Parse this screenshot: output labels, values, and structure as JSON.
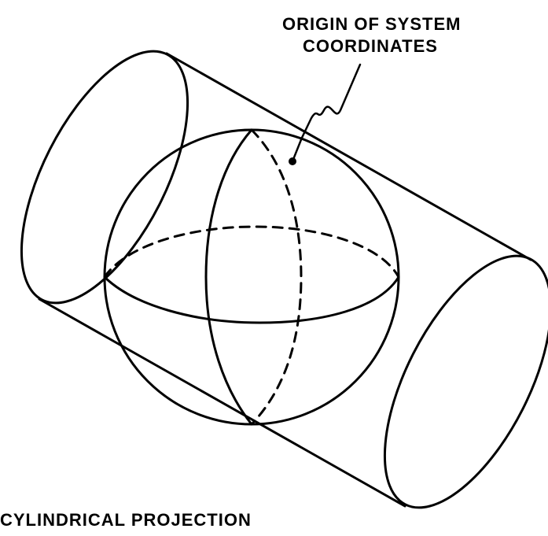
{
  "diagram": {
    "origin_label_line1": "ORIGIN OF SYSTEM",
    "origin_label_line2": "COORDINATES",
    "projection_label": "CYLINDRICAL PROJECTION"
  },
  "colors": {
    "ink": "#000000",
    "background": "#ffffff"
  }
}
